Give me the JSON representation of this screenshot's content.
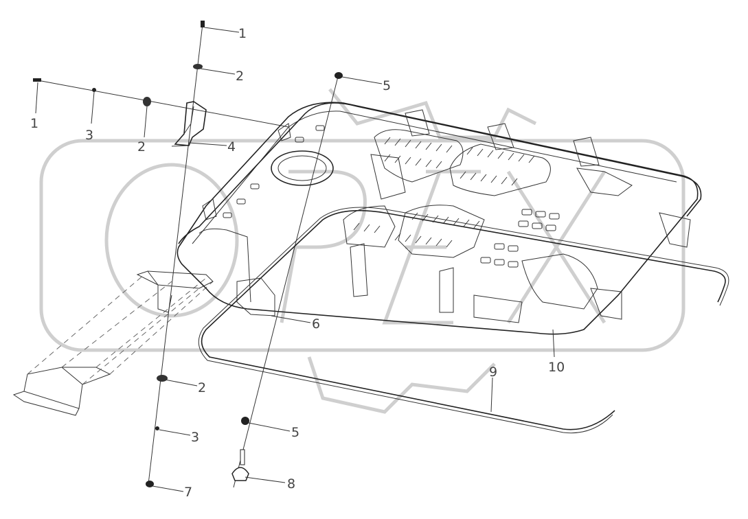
{
  "watermark": {
    "text": "OPEX"
  },
  "callouts": [
    {
      "id": "c1a",
      "label": "1"
    },
    {
      "id": "c2a",
      "label": "2"
    },
    {
      "id": "c1b",
      "label": "1"
    },
    {
      "id": "c3a",
      "label": "3"
    },
    {
      "id": "c2b",
      "label": "2"
    },
    {
      "id": "c4",
      "label": "4"
    },
    {
      "id": "c5a",
      "label": "5"
    },
    {
      "id": "c6",
      "label": "6"
    },
    {
      "id": "c2c",
      "label": "2"
    },
    {
      "id": "c3b",
      "label": "3"
    },
    {
      "id": "c5b",
      "label": "5"
    },
    {
      "id": "c8",
      "label": "8"
    },
    {
      "id": "c7",
      "label": "7"
    },
    {
      "id": "c9",
      "label": "9"
    },
    {
      "id": "c10",
      "label": "10"
    }
  ]
}
